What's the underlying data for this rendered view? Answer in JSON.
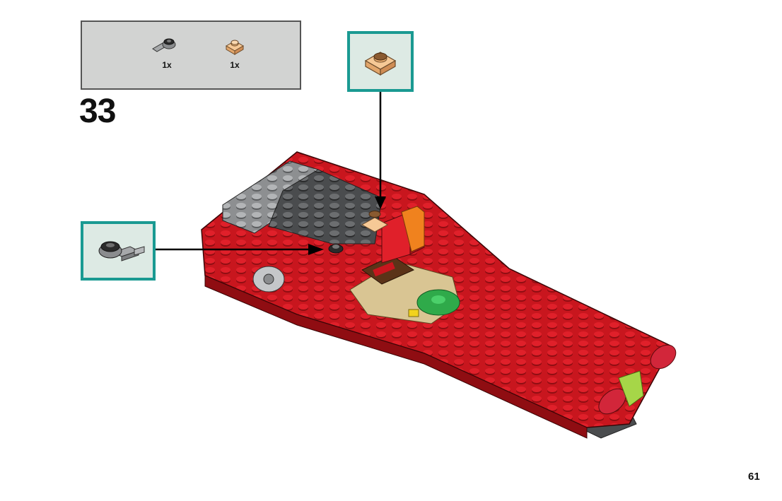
{
  "parts_list": {
    "items": [
      {
        "name": "grey-clip-plate-icon",
        "qty": "1x"
      },
      {
        "name": "tan-transparent-plate-icon",
        "qty": "1x"
      }
    ]
  },
  "step": {
    "number": "33"
  },
  "page": {
    "number": "61"
  },
  "colors": {
    "callout_border": "#1a9a92",
    "callout_bg": "#ddeae4",
    "parts_bg": "#d2d3d2",
    "brick_red": "#c8161e",
    "dark_grey": "#5a5c5e",
    "tan": "#d9c593",
    "green": "#2faa4a",
    "orange": "#f0821e"
  }
}
